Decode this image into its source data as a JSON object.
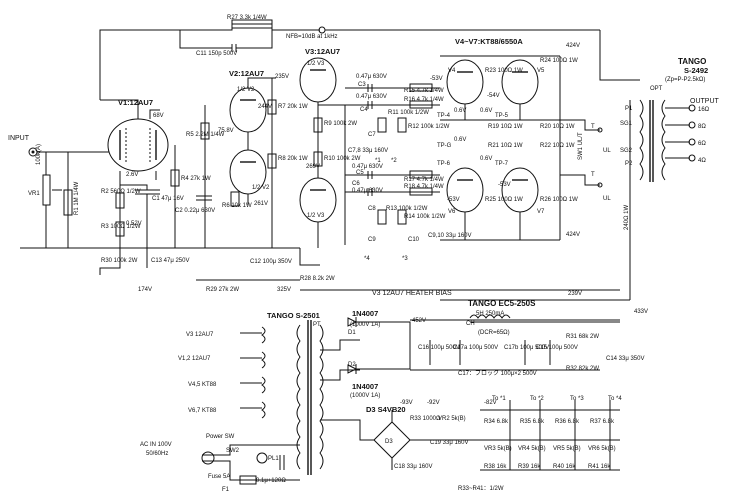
{
  "labels": {
    "r27": "R27 3.3k 1/4W",
    "nfb": "NFB=10dB at 1kHz",
    "c11": "C11 150p 500V",
    "input": "INPUT",
    "vr1": "VR1",
    "vr1_val": "100k(A)",
    "r1": "R1 1M 1/4W",
    "v1": "V1:12AU7",
    "v68": "68V",
    "v2_6": "2.6V",
    "r2": "R2 560Ω 1/2W",
    "c1": "C1 47μ 16V",
    "v0_52": "0.52V",
    "r3": "R3 100Ω 1/2W",
    "r30": "R30 100k 2W",
    "c13": "C13 47μ 250V",
    "v174": "174V",
    "r4": "R4 27k 1W",
    "c2": "C2 0.22μ 630V",
    "r5": "R5 2.2M 1/4W",
    "v75_8": "75.8V",
    "r6": "R6 10k 1W",
    "v2": "V2:12AU7",
    "half_v2": "1/2 V2",
    "v261": "261V",
    "v235": "235V",
    "r7": "R7 20k 1W",
    "r8": "R8 20k 1W",
    "v244": "244V",
    "v3": "V3:12AU7",
    "half_v3": "1/2 V3",
    "r9": "R9 100k 2W",
    "r10": "R10 100k 2W",
    "v269": "269V",
    "c3": "0.47μ 630V",
    "c3_tag": "C3",
    "c4": "0.47μ 630V",
    "c4_tag": "C4",
    "c5": "C5",
    "c6": "0.47μ 630V",
    "c6_tag": "C6",
    "c6_val": "0.47μ 630V",
    "c78": "C7,8 33μ 160V",
    "c7": "C7",
    "c8": "C8",
    "r11": "R11 100k 1/2W",
    "r12": "R12 100k 1/2W",
    "r15": "R15 4.7k 1/4W",
    "r16": "R16 4.7k 1/4W",
    "r17": "R17 4.7k 1/4W",
    "r18": "R18 4.7k 1/4W",
    "r13": "R13 100k 1/2W",
    "r14": "R14 100k 1/2W",
    "c9": "C9",
    "c10": "C10",
    "c910": "C9,10 33μ 160V",
    "star4": "*4",
    "star3": "*3",
    "star1": "*1",
    "star2": "*2",
    "v4v7": "V4~V7:KT88/6550A",
    "v4": "V4",
    "v5": "V5",
    "v6": "V6",
    "v7": "V7",
    "vm53": "-53V",
    "vm54": "-54V",
    "r23": "R23 100Ω 1W",
    "r24": "R24 100Ω 1W",
    "r25": "R25 100Ω 1W",
    "r26": "R26 100Ω 1W",
    "r19": "R19 10Ω 1W",
    "r20": "R20 10Ω 1W",
    "r21": "R21 10Ω 1W",
    "r22": "R22 10Ω 1W",
    "tp4": "TP-4",
    "tp5": "TP-5",
    "tpg": "TP-G",
    "tp6": "TP-6",
    "tp7": "TP-7",
    "v06": "0.6V",
    "v424": "424V",
    "sw1": "SW1 UL/T",
    "t": "T",
    "ul": "UL",
    "tango_s2492": "TANGO",
    "tango_s2492_model": "S-2492",
    "zp": "(Zp=P-P2.5kΩ)",
    "opt": "OPT",
    "output": "OUTPUT",
    "p1": "P1",
    "sg1": "SG1",
    "sg2": "SG2",
    "p2": "P2",
    "o16": "16Ω",
    "o8": "8Ω",
    "o6": "6Ω",
    "o4": "4Ω",
    "r240": "240Ω 1W",
    "r29": "R29 27k 2W",
    "c12": "C12 100μ 350V",
    "v325": "325V",
    "r28": "R28 8.2k 2W",
    "heater_bias": "V3 12AU7 HEATER BIAS",
    "v239": "239V",
    "v433": "433V",
    "tango_s2501": "TANGO S-2501",
    "pt": "PT",
    "h_v3": "V3 12AU7",
    "h_v12": "V1,2 12AU7",
    "h_v45": "V4,5 KT88",
    "h_v67": "V6,7 KT88",
    "d1_part": "1N4007",
    "d_rating": "(1000V 1A)",
    "d1": "D1",
    "d2": "D2",
    "v452": "452V",
    "tango_ec5": "TANGO EC5-250S",
    "choke_rating": "5H 250mA",
    "ch": "CH",
    "dcr": "(DCR=65Ω)",
    "c16": "C16 100μ 500V",
    "c17a": "C17a 100μ 500V",
    "c17b": "C17b 100μ 500V",
    "c15": "C15 100μ 500V",
    "c17_block": "C17：ブロック 100μ×2 500V",
    "r31": "R31 68k 2W",
    "r32": "R32 82k 2W",
    "c14": "C14 33μ 350V",
    "d3": "D3 S4VB20",
    "d3_tag": "D3",
    "vm93": "-93V",
    "vm92": "-92V",
    "vm82": "-82V",
    "r33": "R33 1000Ω",
    "vr2": "VR2 5k(B)",
    "c19": "C19 33μ 160V",
    "c18": "C18 33μ 160V",
    "r33_41": "R33~R41：1/2W",
    "to1": "To *1",
    "to2": "To *2",
    "to3": "To *3",
    "to4": "To *4",
    "r34": "R34 6.8k",
    "r35": "R35 6.8k",
    "r36": "R36 6.8k",
    "r37": "R37 6.8k",
    "vr3": "VR3 5k(B)",
    "vr4": "VR4 5k(B)",
    "vr5": "VR5 5k(B)",
    "vr6": "VR6 5k(B)",
    "r38": "R38 16k",
    "r39": "R39 16k",
    "r40": "R40 16k",
    "r41": "R41 16k",
    "ac_in": "AC IN 100V",
    "ac_freq": "50/60Hz",
    "power_sw": "Power SW",
    "sw2": "SW2",
    "fuse": "Fuse 5A",
    "f1": "F1",
    "pl1": "PL1",
    "cr": "0.1μ+120Ω"
  }
}
